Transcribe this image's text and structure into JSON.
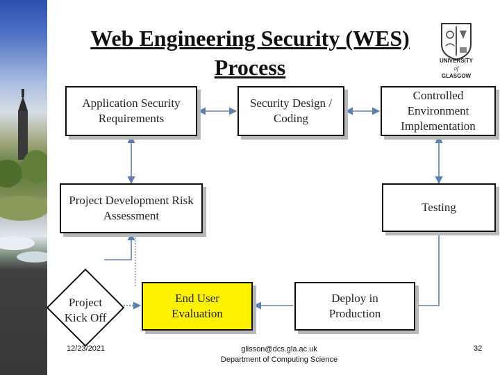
{
  "slide": {
    "title": "Web Engineering Security (WES)",
    "title_line2": "Process"
  },
  "logo": {
    "line1": "UNIVERSITY",
    "line2": "of",
    "line3": "GLASGOW"
  },
  "diagram": {
    "nodes": {
      "app_security": "Application Security Requirements",
      "design_coding": "Security Design / Coding",
      "controlled_env": "Controlled Environment Implementation",
      "risk_assessment": "Project Development Risk Assessment",
      "testing": "Testing",
      "kick_off": "Project Kick Off",
      "end_user": "End User Evaluation",
      "deploy": "Deploy in Production"
    }
  },
  "footer": {
    "date": "12/23/2021",
    "email": "glisson@dcs.gla.ac.uk",
    "department": "Department of Computing Science",
    "page_number": "32"
  }
}
